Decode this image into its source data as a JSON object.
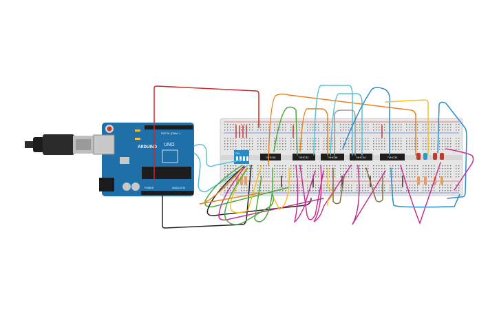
{
  "arduino": {
    "brand": "ARDUINO",
    "model": "UNO",
    "header_digital": "DIGITAL (PWM ~)",
    "header_power": "POWER",
    "header_analog": "ANALOG IN"
  },
  "chips": [
    {
      "label": "74HC08"
    },
    {
      "label": "74HC32"
    },
    {
      "label": "74HC86"
    },
    {
      "label": "74HC04"
    },
    {
      "label": "74HC32"
    }
  ],
  "dip_switch": {
    "label": "ON"
  },
  "colors": {
    "board_blue": "#1f6fa8",
    "breadboard": "#e6e6e6",
    "wire_red": "#d0272c",
    "wire_orange": "#e8821f",
    "wire_green": "#4aa83a",
    "wire_yellow": "#f2c21b",
    "wire_blue": "#2a8bc9",
    "wire_cyan": "#56c0d6",
    "wire_magenta": "#c3308e",
    "wire_brown": "#8b6a3e",
    "wire_black": "#222222",
    "wire_gray": "#9a9a9a"
  }
}
